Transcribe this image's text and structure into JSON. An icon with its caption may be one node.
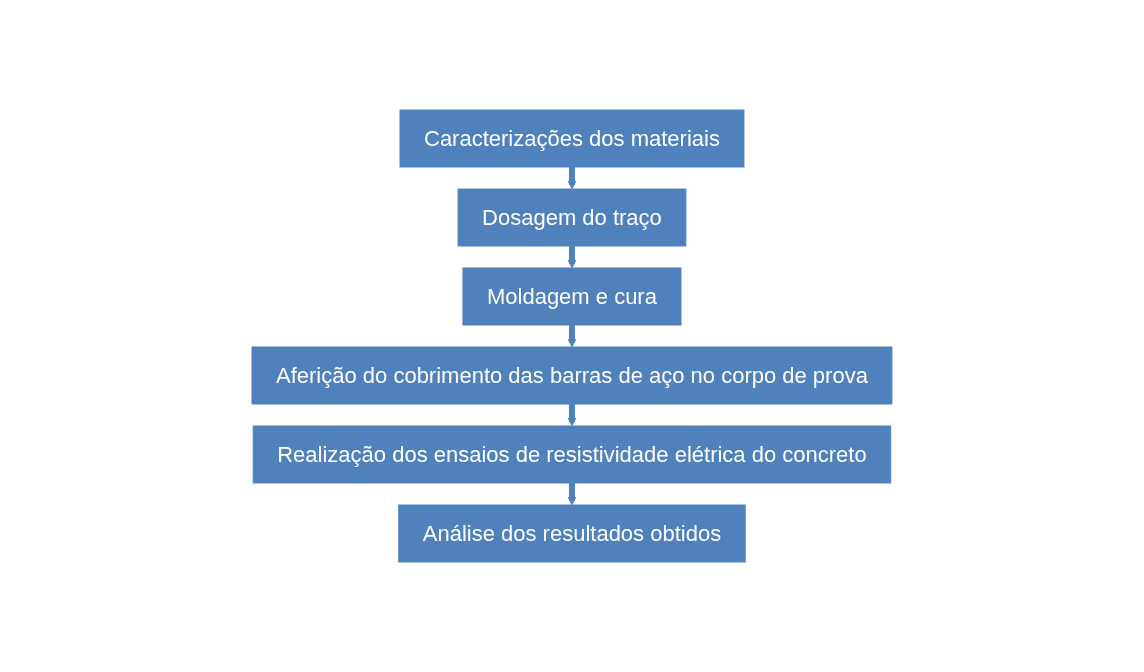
{
  "diagram": {
    "nodes": [
      {
        "text": [
          "Caracterizações dos materiais"
        ]
      },
      {
        "text": [
          "Dosagem do traço"
        ]
      },
      {
        "text": [
          "Moldagem e cura"
        ]
      },
      {
        "text": [
          "Aferição do cobrimento das barras de aço no corpo de prova"
        ]
      },
      {
        "text": [
          "Realização dos ensaios de resistividade elétrica do concreto"
        ]
      },
      {
        "text": [
          "Análise dos resultados obtidos"
        ]
      }
    ],
    "edges": [
      {
        "from": 0,
        "to": 1,
        "arrow": "to"
      },
      {
        "from": 1,
        "to": 2,
        "arrow": "to"
      },
      {
        "from": 2,
        "to": 3,
        "arrow": "to"
      },
      {
        "from": 3,
        "to": 4,
        "arrow": "to"
      },
      {
        "from": 4,
        "to": 5,
        "arrow": "to"
      }
    ]
  }
}
